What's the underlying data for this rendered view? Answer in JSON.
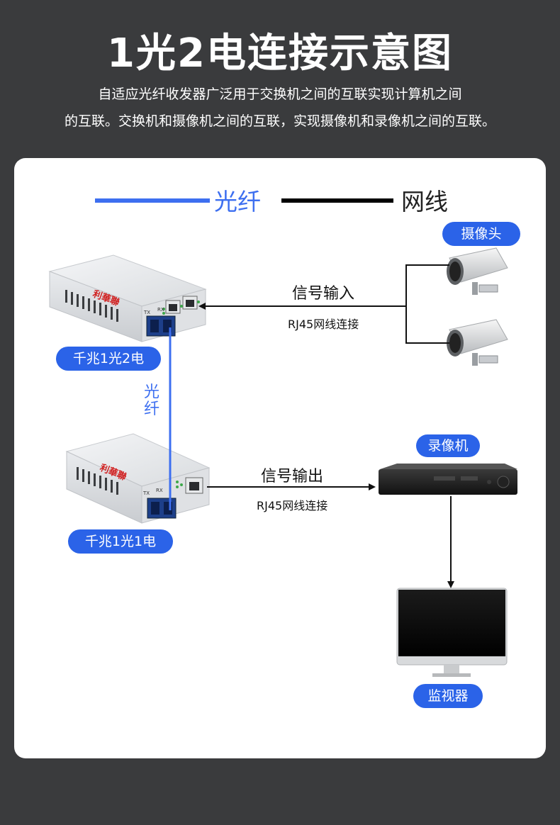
{
  "title": "1光2电连接示意图",
  "description": {
    "line1": "自适应光纤收发器广泛用于交换机之间的互联实现计算机之间",
    "line2": "的互联。交换机和摄像机之间的互联，实现摄像机和录像机之间的互联。"
  },
  "legend": {
    "fiber_label": "光纤",
    "cable_label": "网线",
    "fiber_color": "#3d6ff0",
    "cable_color": "#000000"
  },
  "nodes": {
    "camera": "摄像头",
    "device1": "千兆1光2电",
    "device2": "千兆1光1电",
    "nvr": "录像机",
    "monitor": "监视器"
  },
  "links": {
    "fiber_vertical": "光纤",
    "input_label": "信号输入",
    "input_sub": "RJ45网线连接",
    "output_label": "信号输出",
    "output_sub": "RJ45网线连接"
  },
  "device_brand": "利華聯",
  "port_labels": {
    "tx": "TX",
    "rx": "RX"
  },
  "accent_color": "#2b63e8"
}
